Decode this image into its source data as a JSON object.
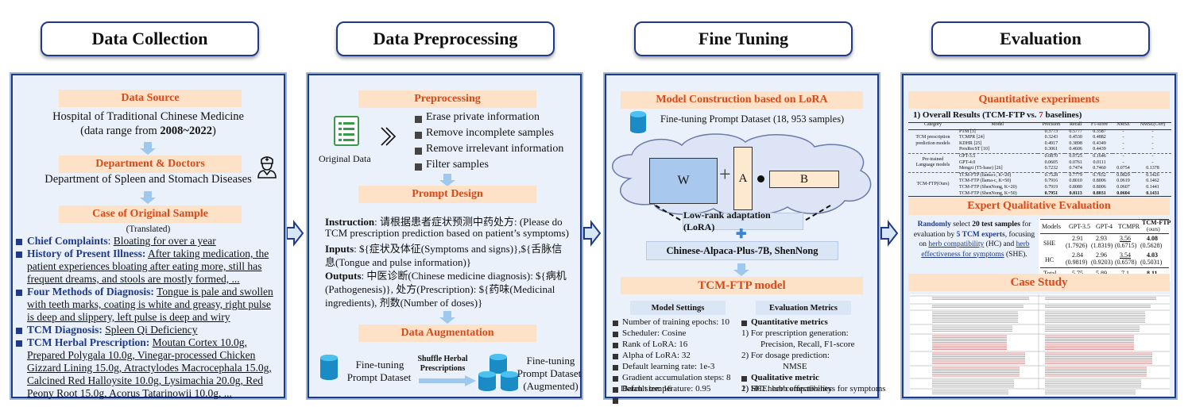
{
  "stages": [
    {
      "title": "Data Collection"
    },
    {
      "title": "Data Preprocessing"
    },
    {
      "title": "Fine Tuning"
    },
    {
      "title": "Evaluation"
    }
  ],
  "collection": {
    "source_header": "Data Source",
    "hospital": "Hospital of Traditional Chinese Medicine",
    "range_prefix": "(data range from ",
    "range_value": "2008~2022",
    "range_suffix": ")",
    "dept_header": "Department & Doctors",
    "dept_text": "Department of Spleen and Stomach Diseases",
    "case_header": "Case of Original Sample",
    "translated": "(Translated)",
    "items": [
      {
        "label": "Chief Complaints",
        "sep": ": ",
        "lines": [
          "Bloating for over a year"
        ]
      },
      {
        "label": "History of Present Illness:",
        "sep": " ",
        "lines": [
          "After taking medication, the",
          "patient experiences bloating after eating more, still has",
          "frequent dreams, and stools are mostly formed, ..."
        ]
      },
      {
        "label": "Four Methods of Diagnosis:",
        "sep": " ",
        "lines": [
          "Tongue is pale and swollen",
          "with teeth marks, coating is white and greasy, right pulse",
          "is deep and slippery, left pulse is deep and wiry"
        ]
      },
      {
        "label": "TCM Diagnosis:",
        "sep": " ",
        "lines": [
          "Spleen Qi Deficiency"
        ]
      },
      {
        "label": "TCM Herbal Prescription:",
        "sep": " ",
        "lines": [
          "Moutan Cortex 10.0g,",
          "Prepared Polygala 10.0g, Vinegar-processed Chicken",
          "Gizzard Lining 15.0g, Atractylodes Macrocephala 15.0g,",
          "Calcined Red Halloysite 10.0g, Lysimachia 20.0g, Red",
          "Peony Root 15.0g, Acorus Tatarinowii 10.0g, ..."
        ]
      }
    ]
  },
  "preprocessing": {
    "header": "Preprocessing",
    "original_data": "Original Data",
    "steps": [
      "Erase private information",
      "Remove incomplete samples",
      "Remove irrelevant information",
      "Filter samples"
    ],
    "prompt_header": "Prompt Design",
    "instruction_label": "Instruction",
    "instruction_lines": [
      ": 请根据患者症状预测中药处方: (Please do",
      "TCM prescription prediction based on patient’s symptoms)"
    ],
    "inputs_label": "Inputs",
    "inputs_lines": [
      ": ${症状及体征(Symptoms and signs)},${舌脉信",
      "息(Tongue and pulse information)}"
    ],
    "outputs_label": "Outputs",
    "outputs_lines": [
      ": 中医诊断(Chinese medicine diagnosis): ${病机",
      "(Pathogenesis)}, 处方(Prescription): ${药味(Medicinal",
      "ingredients), 剂数(Number of doses)}"
    ],
    "aug_header": "Data Augmentation",
    "ft_dataset": [
      "Fine-tuning",
      "Prompt Dataset"
    ],
    "shuffle": [
      "Shuffle Herbal",
      "Prescriptions"
    ],
    "ft_aug": [
      "Fine-tuning",
      "Prompt Dataset",
      "(Augmented)"
    ]
  },
  "finetune": {
    "header": "Model Construction based on LoRA",
    "dataset": "Fine-tuning Prompt Dataset (18, 953 samples)",
    "w": "W",
    "plus": "+",
    "a": "A",
    "b": "B",
    "lora": "Low-rank adaptation (LoRA)",
    "base": "Chinese-Alpaca-Plus-7B, ShenNong",
    "model_header": "TCM-FTP model",
    "settings_header": "Model Settings",
    "settings": [
      "Number of training epochs: 10",
      "Scheduler: Cosine",
      "Rank of LoRA: 16",
      "Alpha of LoRA: 32",
      "Default learning rate: 1e-3",
      "Gradient accumulation steps: 8",
      "Batch size: 16",
      "Default temperature: 0.95"
    ],
    "metrics_header": "Evaluation Metrics",
    "quant_title": "Quantitative metrics",
    "quant_lines": [
      "1) For prescription generation:",
      "Precision, Recall, F1-score",
      "2) For dosage prediction:",
      "NMSE"
    ],
    "qual_title": "Qualitative metric",
    "qual_lines": [
      "1) SHE: herb effectiveness for symptoms",
      "2) HC: herb compatibility"
    ]
  },
  "evaluation": {
    "quant_header": "Quantitative experiments",
    "overall_prefix": "1) Overall Results (TCM-FTP vs. ",
    "overall_num": "7",
    "overall_suffix": " baselines)",
    "table_headers": [
      "Category",
      "Model",
      "Precision",
      "Recall",
      "F1-score",
      "NMSE",
      "NMSE(Corr)"
    ],
    "groups": [
      {
        "category": [
          "TCM prescription",
          "prediction models"
        ],
        "rows": [
          [
            "PTM [3]",
            "0.3773",
            "0.5777",
            "0.3587",
            "-",
            "-"
          ],
          [
            "TCMPR [24]",
            "0.3243",
            "0.4530",
            "0.4882",
            "-",
            "-"
          ],
          [
            "KDHR [25]",
            "0.4917",
            "0.3898",
            "0.4349",
            "-",
            "-"
          ],
          [
            "PresRecST [10]",
            "0.3061",
            "0.4606",
            "0.4439",
            "-",
            "-"
          ]
        ]
      },
      {
        "category": [
          "Pre-trained",
          "Language models"
        ],
        "rows": [
          [
            "GPT-3.5",
            "0.0870",
            "0.0725",
            "0.1646",
            "-",
            "-"
          ],
          [
            "GPT-4.0",
            "0.0605",
            "0.0761",
            "0.0111",
            "-",
            "-"
          ],
          [
            "Mengzi (T5-base) [26]",
            "0.7232",
            "0.7474",
            "0.7460",
            "0.0754",
            "0.1378"
          ]
        ]
      },
      {
        "category": [
          "TCM-FTP(Ours)"
        ],
        "rows": [
          [
            "TCM-FTP (llama-c, K=20)",
            "0.7528",
            "0.7779",
            "0.7652",
            "0.0829",
            "0.1426"
          ],
          [
            "TCM-FTP (llama-c, K=50)",
            "0.7916",
            "0.8010",
            "0.8006",
            "0.0619",
            "0.1462"
          ],
          [
            "TCM-FTP (ShenNong, K=20)",
            "0.7919",
            "0.8080",
            "0.8006",
            "0.0607",
            "0.1441"
          ],
          [
            "TCM-FTP (ShenNong, K=50)",
            "0.7951",
            "0.8113",
            "0.8031",
            "0.0604",
            "0.1431"
          ]
        ]
      }
    ],
    "expert_header": "Expert Qualitative Evaluation",
    "expert_lines": [
      [
        "Randomly",
        " select ",
        "20 test samples",
        " for"
      ],
      [
        "evaluation by ",
        "5 TCM experts",
        ", focusing"
      ],
      [
        "on ",
        "herb compatibility",
        " (HC) and ",
        "herb"
      ],
      [
        "effectiveness for symptoms",
        " (SHE)."
      ]
    ],
    "expert_table": {
      "headers": [
        "Models",
        "GPT-3.5",
        "GPT-4",
        "TCMPR",
        "TCM-FTP",
        "(ours)"
      ],
      "rows": [
        {
          "label": "SHE",
          "vals": [
            "2.91",
            "2.93",
            "3.56",
            "4.08"
          ],
          "sub": [
            "(1.7926)",
            "(1.8319)",
            "(0.6715)",
            "(0.5628)"
          ]
        },
        {
          "label": "HC",
          "vals": [
            "2.84",
            "2.96",
            "3.54",
            "4.03"
          ],
          "sub": [
            "(0.9819)",
            "(0.9203)",
            "(0.6578)",
            "(0.5031)"
          ]
        },
        {
          "label": "Total",
          "vals": [
            "5.75",
            "5.89",
            "7.1",
            "8.11"
          ],
          "sub": []
        }
      ]
    },
    "case_header": "Case  Study"
  },
  "colors": {
    "accent": "#1f3a8a",
    "panel_bg": "#eaf1fa",
    "header_bar": "#fde2c8",
    "header_text": "#d84a1a",
    "arrow": "#9ec8ee"
  }
}
